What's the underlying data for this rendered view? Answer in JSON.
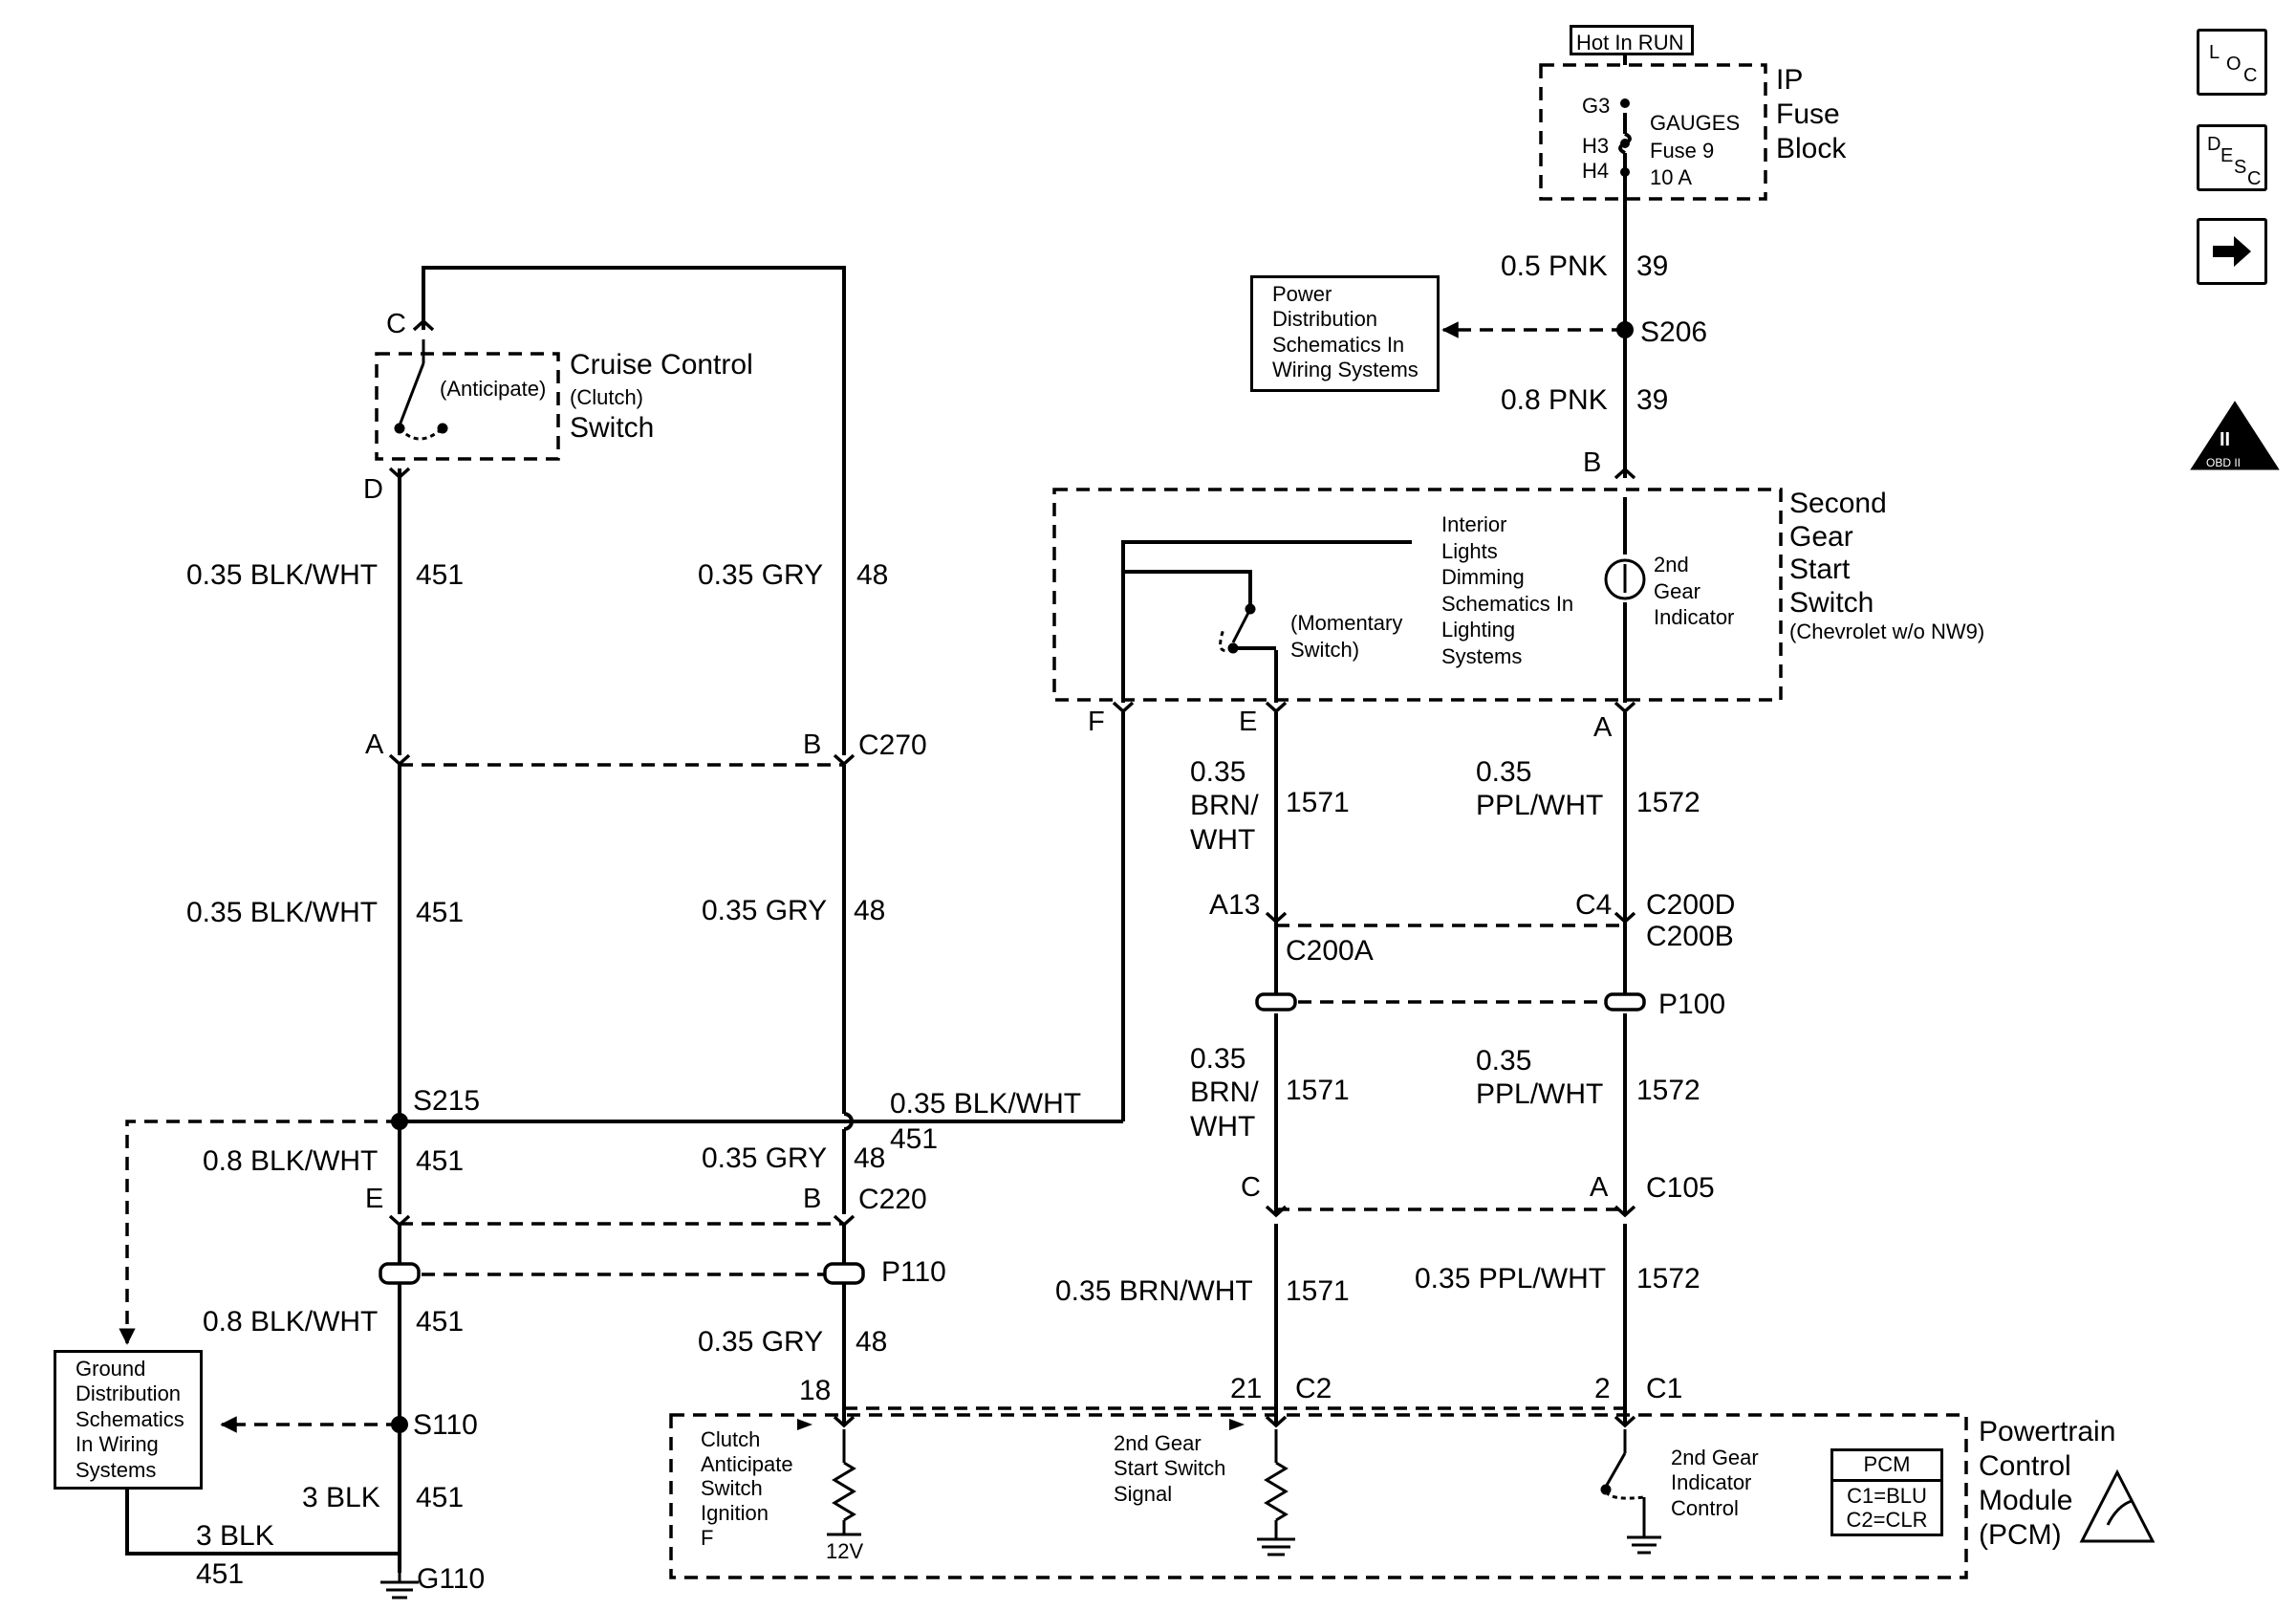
{
  "nav": {
    "loc": {
      "a": "L",
      "b": "O",
      "c": "C"
    },
    "desc": {
      "a": "D",
      "b": "E",
      "c": "S",
      "d": "C"
    },
    "next_icon": "right-arrow-icon",
    "obd": {
      "symbol": "II",
      "text": "OBD II"
    }
  },
  "power": {
    "hot_in_run": "Hot In RUN",
    "fuse_block_title": "IP\nFuse\nBlock",
    "terminals": {
      "g3": "G3",
      "h3": "H3",
      "h4": "H4"
    },
    "fuse_info": "GAUGES\nFuse 9\n10 A",
    "wire_top": {
      "size_color": "0.5 PNK",
      "circuit": "39"
    },
    "splice": "S206",
    "wire_bottom": {
      "size_color": "0.8 PNK",
      "circuit": "39"
    },
    "ref_box": "Power\nDistribution\nSchematics In\nWiring Systems"
  },
  "second_gear_switch": {
    "title": "Second\nGear\nStart\nSwitch",
    "subtitle": "(Chevrolet w/o NW9)",
    "pin_b": "B",
    "pin_a": "A",
    "pin_e": "E",
    "pin_f": "F",
    "interior_lights": "Interior\nLights\nDimming\nSchematics In\nLighting\nSystems",
    "momentary": "(Momentary\nSwitch)",
    "indicator": "2nd\nGear\nIndicator"
  },
  "cruise_switch": {
    "title_main": "Cruise Control",
    "title_sub": "(Clutch)",
    "title_end": "Switch",
    "anticipate": "(Anticipate)",
    "pin_c": "C",
    "pin_d": "D"
  },
  "wires": {
    "w451_a": {
      "size_color": "0.35 BLK/WHT",
      "circuit": "451"
    },
    "w48_a": {
      "size_color": "0.35 GRY",
      "circuit": "48"
    },
    "c270": {
      "pin_a": "A",
      "pin_b": "B",
      "name": "C270"
    },
    "w451_b": {
      "size_color": "0.35 BLK/WHT",
      "circuit": "451"
    },
    "w48_b": {
      "size_color": "0.35 GRY",
      "circuit": "48"
    },
    "s215": "S215",
    "w451_f": {
      "size_color": "0.35 BLK/WHT",
      "circuit": "451"
    },
    "w451_c": {
      "size_color": "0.8 BLK/WHT",
      "circuit": "451"
    },
    "w48_c": {
      "size_color": "0.35 GRY",
      "circuit": "48"
    },
    "c220": {
      "pin_e": "E",
      "pin_b": "B",
      "name": "C220"
    },
    "p110": "P110",
    "w451_d": {
      "size_color": "0.8 BLK/WHT",
      "circuit": "451"
    },
    "w48_d": {
      "size_color": "0.35 GRY",
      "circuit": "48"
    },
    "s110": "S110",
    "w451_e": {
      "size_color": "3 BLK",
      "circuit": "451"
    },
    "ground_wire": {
      "size_color": "3 BLK",
      "circuit": "451"
    },
    "g110": "G110",
    "ground_ref": "Ground\nDistribution\nSchematics\nIn Wiring\nSystems",
    "w1571_a": {
      "size_color": "0.35\nBRN/\nWHT",
      "circuit": "1571"
    },
    "w1572_a": {
      "size_color": "0.35\nPPL/WHT",
      "circuit": "1572"
    },
    "c200": {
      "pin_a13": "A13",
      "pin_c4": "C4",
      "name_d": "C200D",
      "name_b": "C200B",
      "name_a": "C200A"
    },
    "p100": "P100",
    "w1571_b": {
      "size_color": "0.35\nBRN/\nWHT",
      "circuit": "1571"
    },
    "w1572_b": {
      "size_color": "0.35\nPPL/WHT",
      "circuit": "1572"
    },
    "c105": {
      "pin_c": "C",
      "pin_a": "A",
      "name": "C105"
    },
    "w1571_c": {
      "size_color": "0.35 BRN/WHT",
      "circuit": "1571"
    },
    "w1572_c": {
      "size_color": "0.35 PPL/WHT",
      "circuit": "1572"
    }
  },
  "pcm": {
    "title": "Powertrain\nControl\nModule\n(PCM)",
    "pin_18": "18",
    "pin_21": "21",
    "conn_c2": "C2",
    "pin_2": "2",
    "conn_c1": "C1",
    "clutch_input": "Clutch\nAnticipate\nSwitch\nIgnition\nF",
    "voltage": "12V",
    "second_gear_signal": "2nd Gear\nStart Switch\nSignal",
    "indicator_control": "2nd Gear\nIndicator\nControl",
    "legend_title": "PCM",
    "legend_c1": "C1=BLU",
    "legend_c2": "C2=CLR",
    "esd_icon": "esd-warning-icon"
  }
}
